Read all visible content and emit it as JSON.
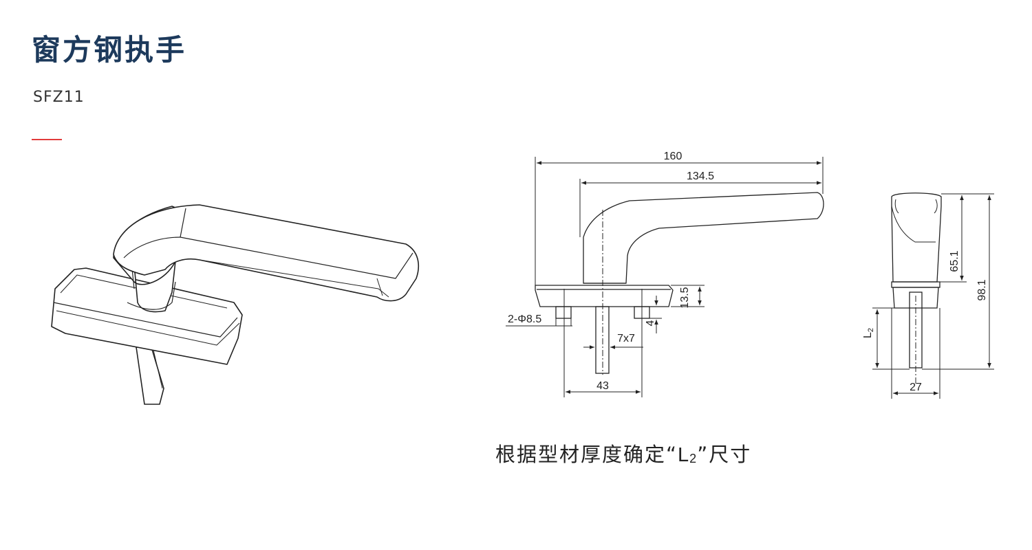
{
  "title": "窗方钢执手",
  "model": "SFZ11",
  "colors": {
    "title": "#1d3a5c",
    "accent": "#e23b3b",
    "line": "#222222"
  },
  "dimensions": {
    "overall_length": "160",
    "handle_length": "134.5",
    "base_height": "13.5",
    "hole_spec": "2-Φ8.5",
    "spindle_offset": "4",
    "spindle_size": "7x7",
    "base_width": "43",
    "handle_side_height": "65.1",
    "total_height": "98.1",
    "spindle_label": "L",
    "spindle_label_sub": "2",
    "side_width": "27"
  },
  "caption": {
    "before": "根据型材厚度确定“",
    "l_main": "L",
    "l_sub": "2",
    "after": "”尺寸"
  }
}
